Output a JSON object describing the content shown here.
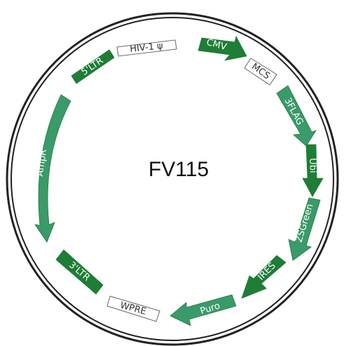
{
  "plasmid": {
    "name": "FV115",
    "features": [
      {
        "id": "ltr5",
        "label": "5'LTR",
        "style": "dark"
      },
      {
        "id": "hiv",
        "label": "HIV-1 ψ",
        "style": "box"
      },
      {
        "id": "cmv",
        "label": "CMV",
        "style": "dark"
      },
      {
        "id": "mcs",
        "label": "MCS",
        "style": "box"
      },
      {
        "id": "flag",
        "label": "3FLAG",
        "style": "light"
      },
      {
        "id": "ubi",
        "label": "Ubi",
        "style": "dark"
      },
      {
        "id": "zsgreen",
        "label": "ZSGreen",
        "style": "light"
      },
      {
        "id": "ires",
        "label": "IRES",
        "style": "dark"
      },
      {
        "id": "puro",
        "label": "Puro",
        "style": "light"
      },
      {
        "id": "wpre",
        "label": "WPRE",
        "style": "box"
      },
      {
        "id": "ltr3",
        "label": "3'LTR",
        "style": "dark"
      },
      {
        "id": "ampr",
        "label": "AmpR",
        "style": "light"
      }
    ]
  },
  "colors": {
    "dark": "#1e7d36",
    "light": "#3a9a6a",
    "stroke": "#222222",
    "box_fill": "#ffffff",
    "box_stroke": "#666666",
    "box_text": "#333333"
  }
}
